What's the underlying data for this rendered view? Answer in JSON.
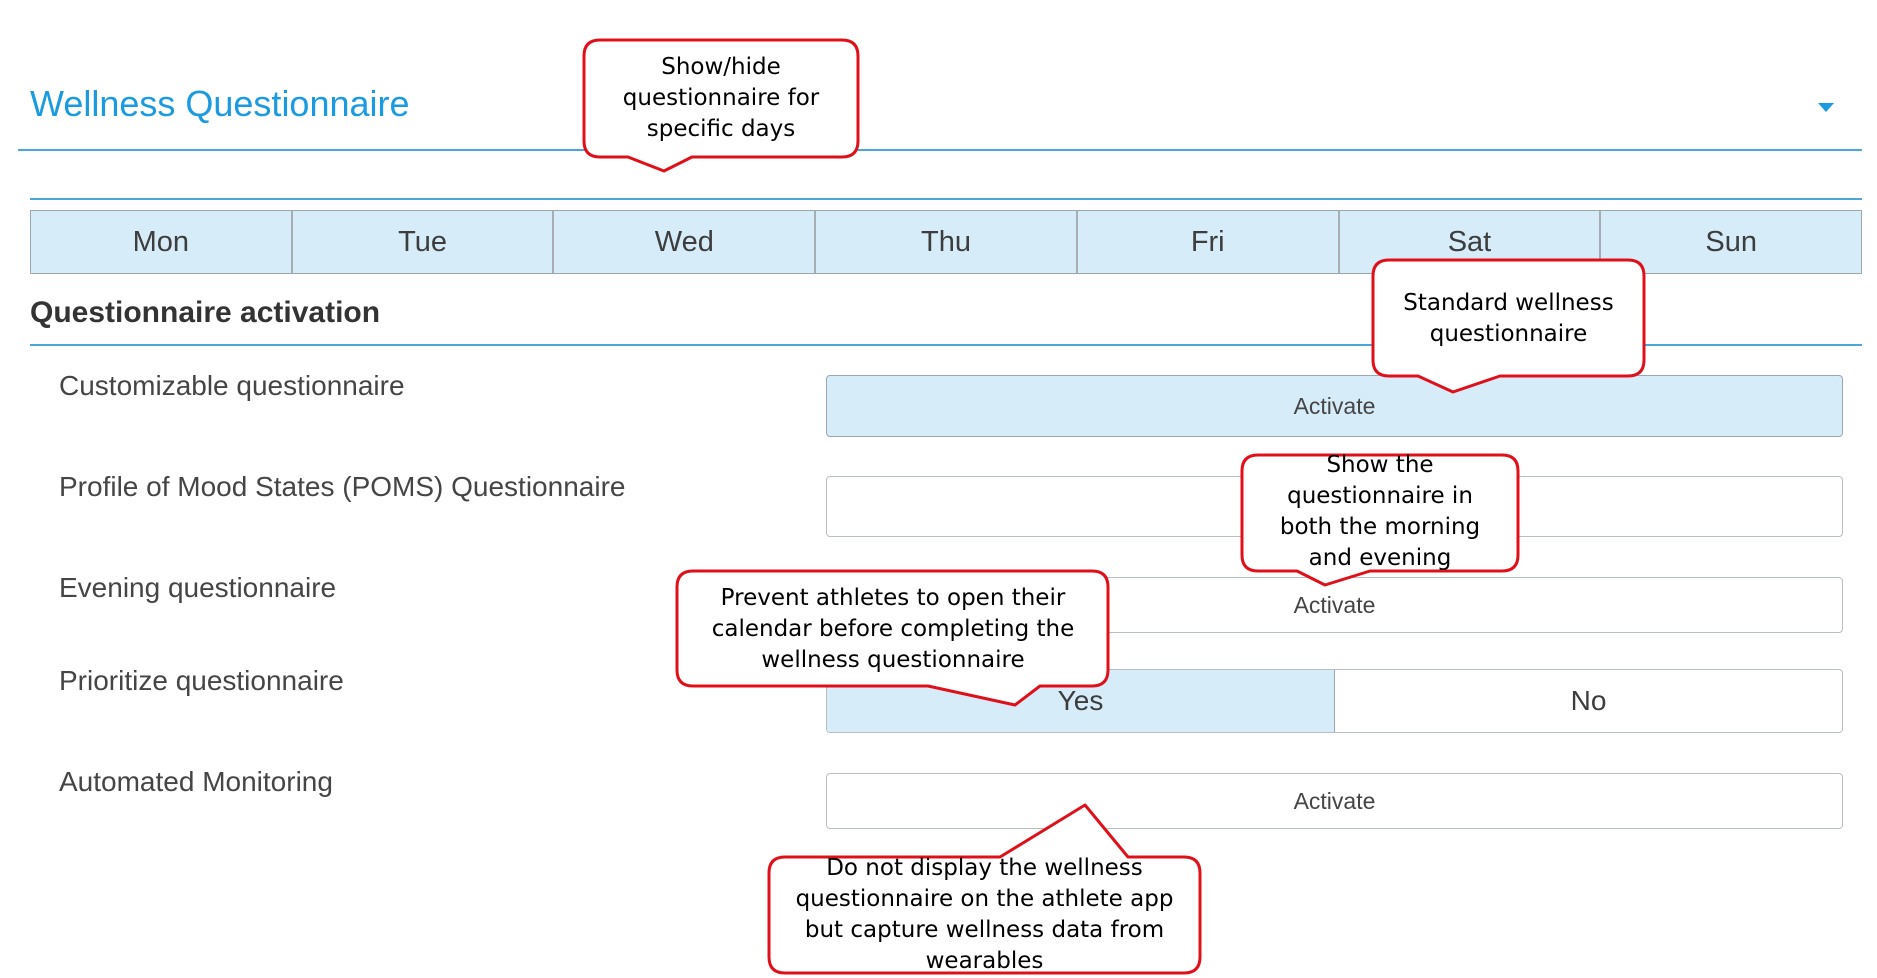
{
  "panel": {
    "title": "Wellness Questionnaire",
    "caret_icon": "caret-down-icon"
  },
  "days": [
    "Mon",
    "Tue",
    "Wed",
    "Thu",
    "Fri",
    "Sat",
    "Sun"
  ],
  "section": {
    "heading": "Questionnaire activation"
  },
  "rows": {
    "customizable": {
      "label": "Customizable questionnaire",
      "button": "Activate",
      "active": true
    },
    "poms": {
      "label": "Profile of Mood States (POMS) Questionnaire",
      "button": ""
    },
    "evening": {
      "label": "Evening questionnaire",
      "button": "Activate"
    },
    "prioritize": {
      "label": "Prioritize questionnaire",
      "yes": "Yes",
      "no": "No",
      "selected": "Yes"
    },
    "automated": {
      "label": "Automated Monitoring",
      "button": "Activate"
    }
  },
  "callouts": {
    "days": "Show/hide\nquestionnaire for\nspecific days",
    "standard": "Standard wellness\nquestionnaire",
    "morning_evening": "Show the\nquestionnaire in\nboth the morning\nand evening",
    "prioritize": "Prevent athletes to open their\ncalendar before completing the\nwellness questionnaire",
    "wearables": "Do not display the wellness\nquestionnaire on the athlete app\nbut capture wellness data from\nwearables"
  },
  "colors": {
    "accent": "#1a9ae0",
    "tab_background": "#d6ecf9",
    "callout_border": "#e0101a"
  }
}
